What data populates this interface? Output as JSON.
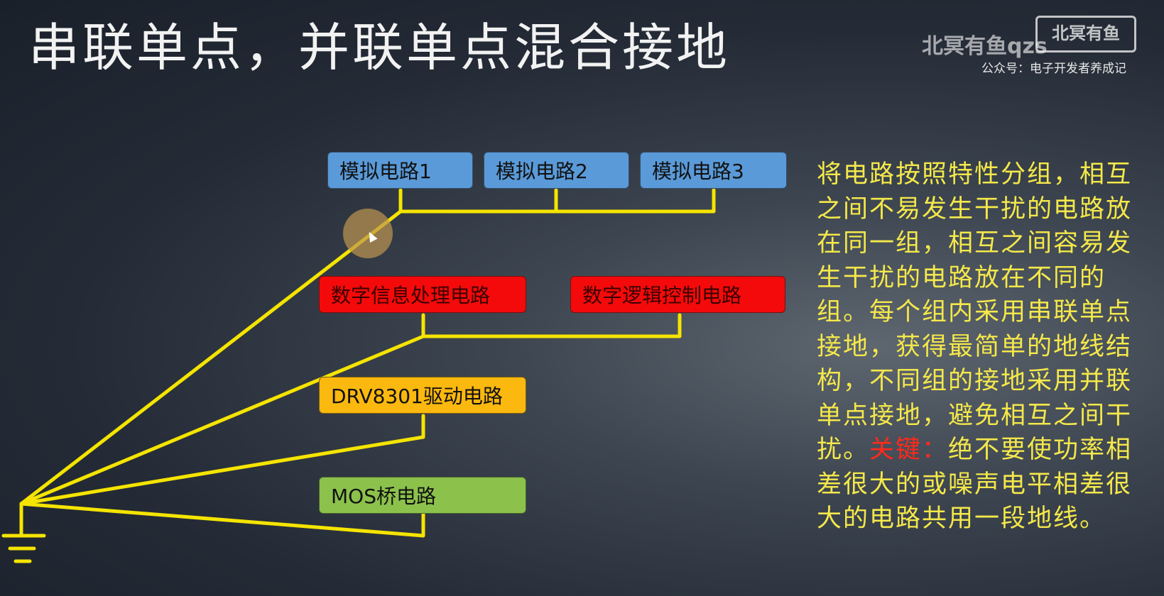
{
  "slide": {
    "title": "串联单点，并联单点混合接地"
  },
  "watermark": {
    "name": "北冥有鱼qzs",
    "logo_text": "北冥有鱼",
    "account": "公众号：电子开发者养成记"
  },
  "diagram": {
    "analog_boxes": [
      "模拟电路1",
      "模拟电路2",
      "模拟电路3"
    ],
    "digital_boxes": [
      "数字信息处理电路",
      "数字逻辑控制电路"
    ],
    "driver_box": "DRV8301驱动电路",
    "mos_box": "MOS桥电路",
    "colors": {
      "analog": "#5a9ad8",
      "digital": "#f40a0a",
      "driver": "#fbb80e",
      "mos": "#8cc24c",
      "wire": "#f5e400"
    }
  },
  "description": {
    "text": "将电路按照特性分组，相互之间不易发生干扰的电路放在同一组，相互之间容易发生干扰的电路放在不同的组。每个组内采用串联单点接地，获得最简单的地线结构，不同组的接地采用并联单点接地，避免相互之间干扰。",
    "key_label": "关键：",
    "key_text": "绝不要使功率相差很大的或噪声电平相差很大的电路共用一段地线。"
  }
}
